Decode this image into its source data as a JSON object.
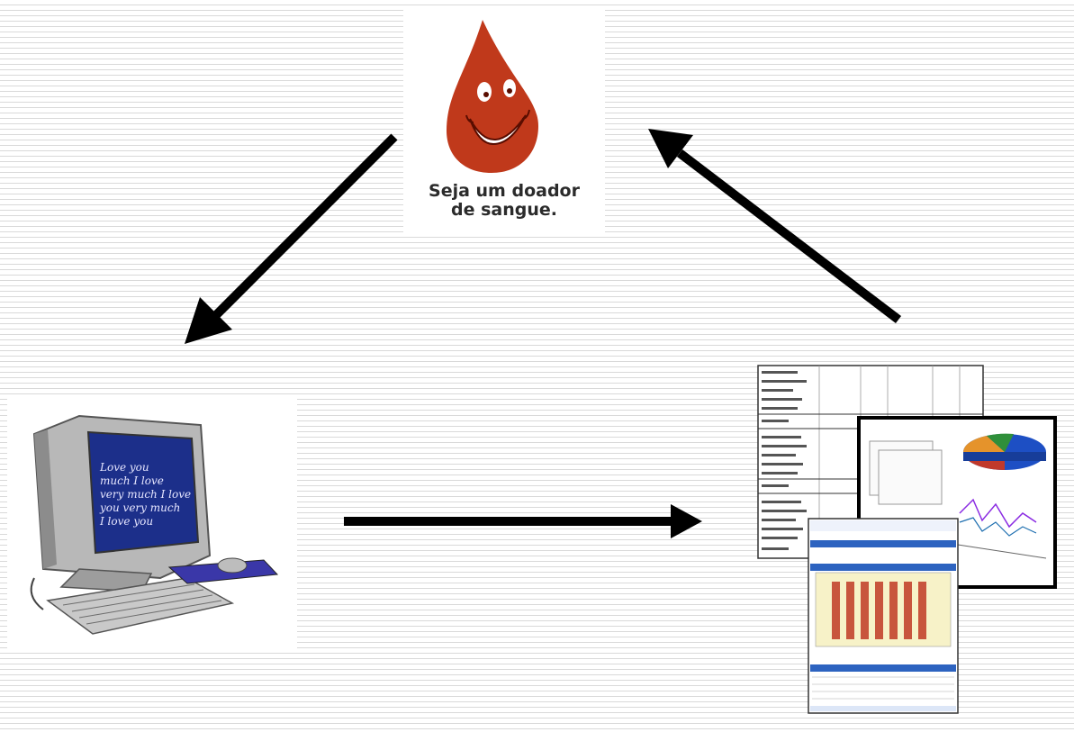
{
  "logo": {
    "caption_line1": "Seja um doador",
    "caption_line2": "de sangue."
  },
  "computer": {
    "screen_lines": [
      "Love you",
      "much I love",
      "very much I love",
      "you very much",
      "I  love  you"
    ]
  },
  "colors": {
    "drop": "#c0391b",
    "arrow": "#000000",
    "screen": "#1c2f8a",
    "bars": "#c8553d",
    "report_header": "#2d63c0"
  },
  "icons": {
    "drop": "blood-drop-smiley-icon",
    "computer": "desktop-computer-icon",
    "reports": "report-documents-icon"
  }
}
